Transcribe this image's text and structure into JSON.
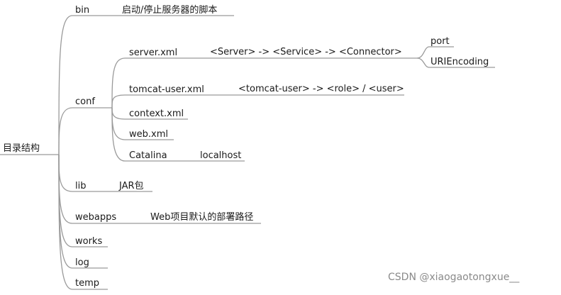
{
  "root": {
    "label": "目录结构"
  },
  "nodes": {
    "bin": {
      "label": "bin",
      "note": "启动/停止服务器的脚本"
    },
    "conf": {
      "label": "conf",
      "server_xml": {
        "label": "server.xml",
        "note": "<Server> -> <Service> -> <Connector>"
      },
      "connector_attrs": [
        {
          "label": "port"
        },
        {
          "label": "URIEncoding"
        }
      ],
      "tomcat_user_xml": {
        "label": "tomcat-user.xml",
        "note": "<tomcat-user> -> <role> / <user>"
      },
      "context_xml": {
        "label": "context.xml"
      },
      "web_xml": {
        "label": "web.xml"
      },
      "catalina": {
        "label": "Catalina",
        "child": "localhost"
      }
    },
    "lib": {
      "label": "lib",
      "note": "JAR包"
    },
    "webapps": {
      "label": "webapps",
      "note": "Web项目默认的部署路径"
    },
    "works": {
      "label": "works"
    },
    "log": {
      "label": "log"
    },
    "temp": {
      "label": "temp"
    }
  },
  "watermark": "CSDN @xiaogaotongxue__"
}
